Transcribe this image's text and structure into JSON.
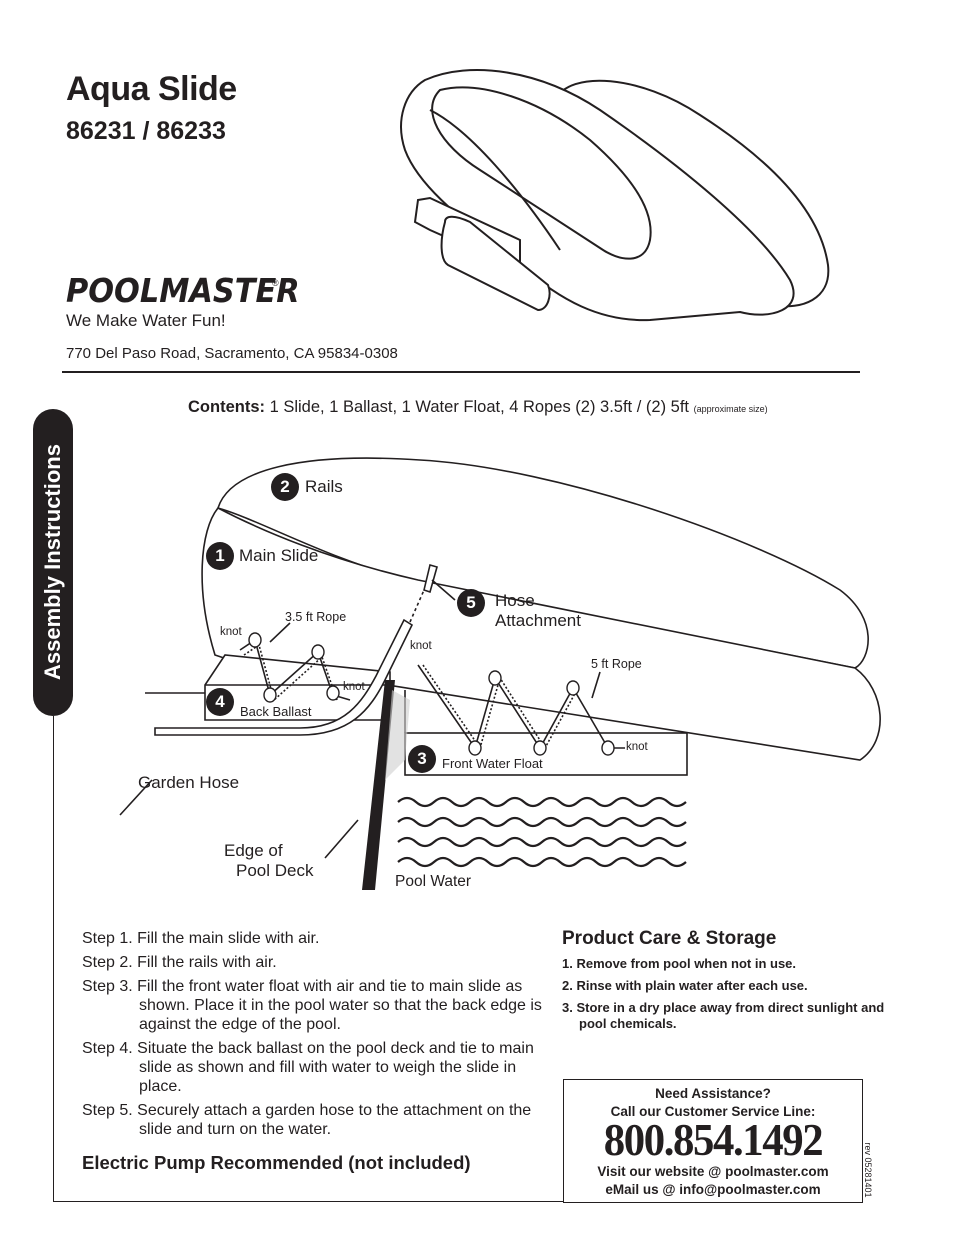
{
  "header": {
    "title": "Aqua Slide",
    "models": "86231 / 86233",
    "brand": "POOLMASTER",
    "registered": "®",
    "tagline": "We Make Water Fun!",
    "address": "770 Del Paso Road, Sacramento, CA 95834-0308"
  },
  "contents": {
    "label": "Contents:",
    "text": " 1 Slide, 1 Ballast, 1 Water Float,  4 Ropes (2) 3.5ft / (2) 5ft ",
    "note": "(approximate size)"
  },
  "side_tab": "Assembly Instructions",
  "diagram": {
    "parts": [
      {
        "num": "1",
        "label": "Main Slide"
      },
      {
        "num": "2",
        "label": "Rails"
      },
      {
        "num": "3",
        "label": "Front Water Float"
      },
      {
        "num": "4",
        "label": "Back Ballast"
      },
      {
        "num": "5",
        "label_line1": "Hose",
        "label_line2": "Attachment"
      }
    ],
    "rope_short": "3.5 ft Rope",
    "rope_long": "5 ft Rope",
    "knot": "knot",
    "garden_hose": "Garden Hose",
    "edge_line1": "Edge of",
    "edge_line2": "Pool Deck",
    "pool_water": "Pool Water"
  },
  "steps": [
    "Step 1. Fill the main slide with air.",
    "Step 2. Fill the rails with air.",
    "Step 3. Fill the front water float with air and tie to main slide as shown. Place it in the pool water so that the back edge is against the edge of the pool.",
    "Step 4. Situate the back ballast on the pool deck and tie to main slide as shown and fill with water to weigh the slide in place.",
    "Step 5. Securely attach a garden hose to the attachment on the slide and turn on the water."
  ],
  "pump_note": "Electric Pump Recommended (not included)",
  "care": {
    "title": "Product Care & Storage",
    "items": [
      "1. Remove from pool when not in use.",
      "2. Rinse with plain water after each use.",
      "3. Store in a dry place away from direct sunlight and pool chemicals."
    ]
  },
  "assistance": {
    "line1": "Need Assistance?",
    "line2": "Call our Customer Service Line:",
    "phone": "800.854.1492",
    "website": "Visit our website @ poolmaster.com",
    "email": "eMail us @ info@poolmaster.com"
  },
  "revision": "rev 05281401"
}
